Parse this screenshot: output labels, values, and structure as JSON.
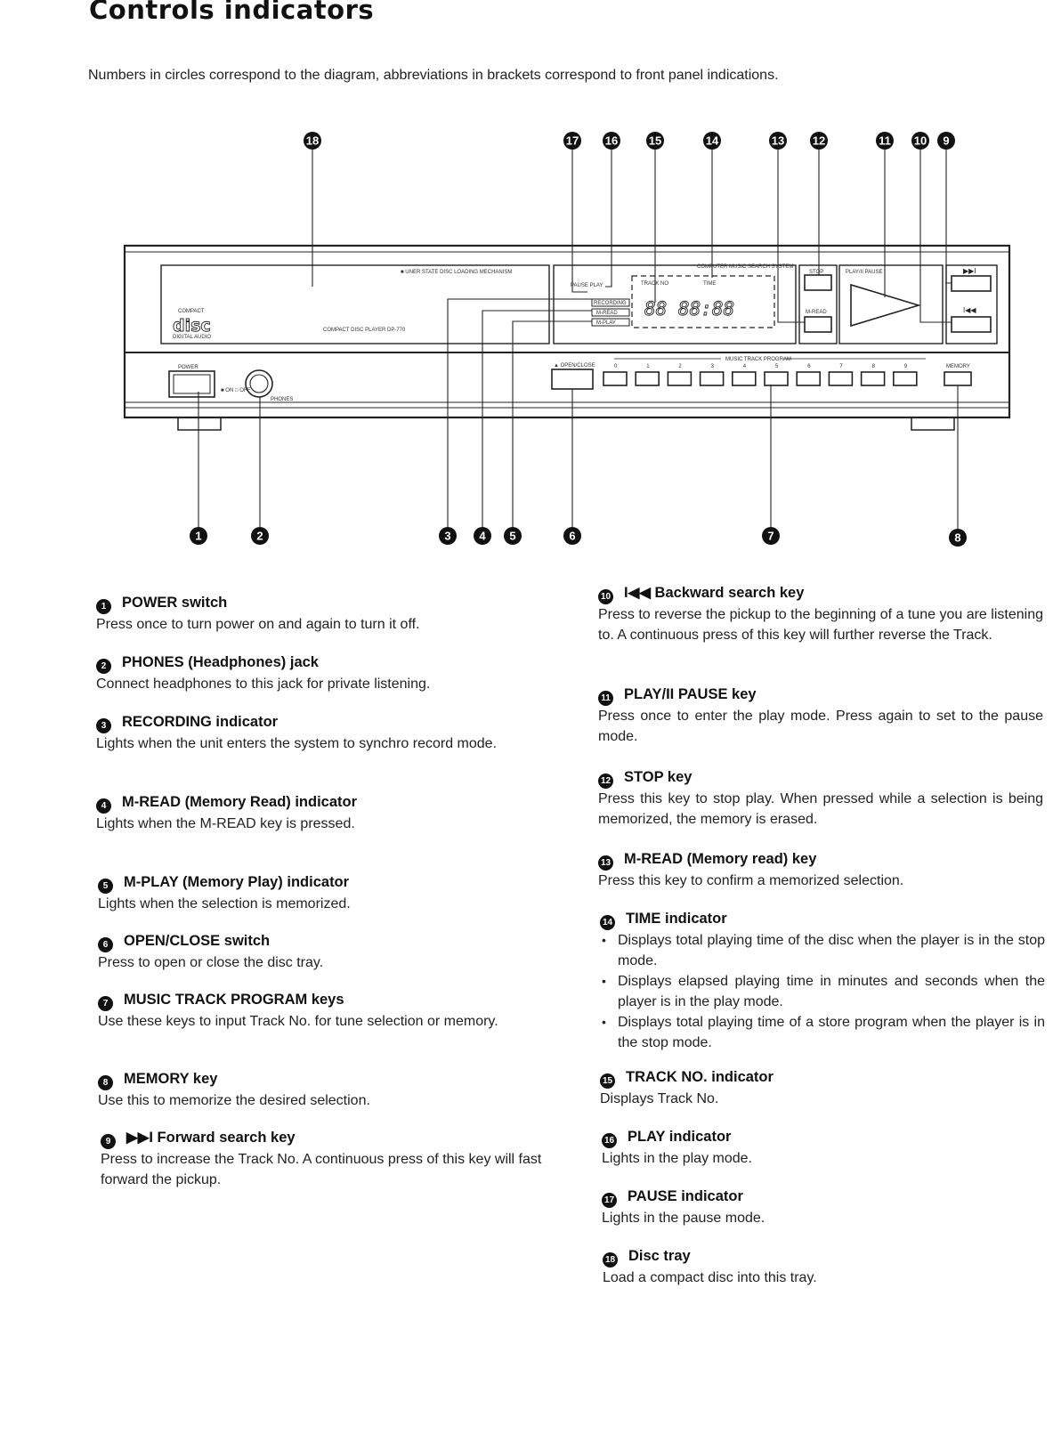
{
  "title": "Controls indicators",
  "intro": "Numbers in circles correspond to the diagram, abbreviations in brackets correspond to front panel indications.",
  "panel": {
    "brand_top": "COMPACT",
    "brand_logo": "disc",
    "brand_bottom": "DIGITAL AUDIO",
    "mechanism_label": "■ UNER STATE DISC LOADING MECHANISM",
    "model_label": "COMPACT DISC PLAYER DP-770",
    "search_system": "COMPUTER MUSIC SEARCH SYSTEM",
    "pause_play": "PAUSE PLAY",
    "track_no": "TRACK NO",
    "time": "TIME",
    "display_digits": "88 88:88",
    "recording": "RECORDING",
    "mread_ind": "M-READ",
    "mplay_ind": "M-PLAY",
    "stop": "STOP",
    "mread_key": "M-READ",
    "play_pause": "PLAY/II PAUSE",
    "fwd": "▶▶I",
    "back": "I◀◀",
    "power": "POWER",
    "on_off": "■ ON □ OFF",
    "phones": "PHONES",
    "open_close": "▲ OPEN/CLOSE",
    "program": "MUSIC TRACK PROGRAM",
    "digits": [
      "0",
      "1",
      "2",
      "3",
      "4",
      "5",
      "6",
      "7",
      "8",
      "9"
    ],
    "memory": "MEMORY"
  },
  "callouts": {
    "top": [
      "18",
      "17",
      "16",
      "15",
      "14",
      "13",
      "12",
      "11",
      "10",
      "9"
    ],
    "bottom": [
      "1",
      "2",
      "3",
      "4",
      "5",
      "6",
      "7",
      "8"
    ]
  },
  "entries_left": [
    {
      "num": "1",
      "heading": "POWER switch",
      "desc": "Press once to turn power on and again to turn it off."
    },
    {
      "num": "2",
      "heading": "PHONES (Headphones) jack",
      "desc": "Connect headphones to this jack for private listening."
    },
    {
      "num": "3",
      "heading": "RECORDING indicator",
      "desc": "Lights when the unit enters the system to synchro record mode."
    },
    {
      "num": "4",
      "heading": "M-READ (Memory Read) indicator",
      "desc": "Lights when the M-READ key is pressed."
    },
    {
      "num": "5",
      "heading": "M-PLAY (Memory Play) indicator",
      "desc": "Lights when the selection is memorized."
    },
    {
      "num": "6",
      "heading": "OPEN/CLOSE switch",
      "desc": "Press to open or close the disc tray."
    },
    {
      "num": "7",
      "heading": "MUSIC TRACK PROGRAM keys",
      "desc": "Use these keys to input Track No. for tune selection or memory."
    },
    {
      "num": "8",
      "heading": "MEMORY key",
      "desc": "Use this to memorize the desired selection."
    },
    {
      "num": "9",
      "heading": "▶▶I Forward search key",
      "desc": "Press to increase the Track No. A continuous press of this key will fast forward the pickup."
    }
  ],
  "entries_right": [
    {
      "num": "10",
      "heading": "I◀◀ Backward search key",
      "desc": "Press to reverse the pickup to the beginning of a tune you are listening to. A continuous press of this key will further reverse the Track."
    },
    {
      "num": "11",
      "heading": "PLAY/II PAUSE key",
      "desc": "Press once to enter the play mode. Press again to set to the pause mode."
    },
    {
      "num": "12",
      "heading": "STOP key",
      "desc": "Press this key to stop play. When pressed while a selection is being memorized, the memory is erased."
    },
    {
      "num": "13",
      "heading": "M-READ (Memory read) key",
      "desc": "Press this key to confirm a memorized selection."
    },
    {
      "num": "14",
      "heading": "TIME indicator",
      "bullets": [
        "Displays total playing time of the disc when the player is in the stop mode.",
        "Displays elapsed playing time in minutes and seconds when the player is in the play mode.",
        "Displays total playing time of a store program when the player is in the stop mode."
      ]
    },
    {
      "num": "15",
      "heading": "TRACK NO. indicator",
      "desc": "Displays Track No."
    },
    {
      "num": "16",
      "heading": "PLAY indicator",
      "desc": "Lights in the play mode."
    },
    {
      "num": "17",
      "heading": "PAUSE indicator",
      "desc": "Lights in the pause mode."
    },
    {
      "num": "18",
      "heading": "Disc tray",
      "desc": "Load a compact disc into this tray."
    }
  ]
}
